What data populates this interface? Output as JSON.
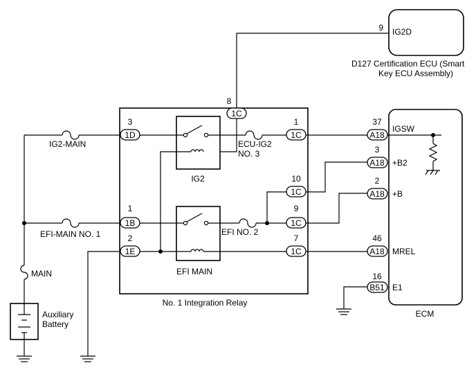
{
  "certification_ecu": {
    "terminal_pin": "9",
    "terminal_name": "IG2D",
    "caption_line1": "D127  Certification ECU (Smart",
    "caption_line2": "Key ECU Assembly)"
  },
  "integration_relay": {
    "caption": "No. 1 Integration Relay",
    "ig2_relay_label": "IG2",
    "efi_main_relay_label": "EFI MAIN",
    "ecu_ig2_fuse_line1": "ECU-IG2",
    "ecu_ig2_fuse_line2": "NO. 3",
    "efi_no2_fuse": "EFI NO. 2",
    "terminals": {
      "t8": {
        "pin": "8",
        "connector": "1C"
      },
      "t3": {
        "pin": "3",
        "connector": "1D"
      },
      "t1a": {
        "pin": "1",
        "connector": "1C"
      },
      "t10": {
        "pin": "10",
        "connector": "1C"
      },
      "t1b": {
        "pin": "1",
        "connector": "1B"
      },
      "t9": {
        "pin": "9",
        "connector": "1C"
      },
      "t2": {
        "pin": "2",
        "connector": "1E"
      },
      "t7": {
        "pin": "7",
        "connector": "1C"
      }
    }
  },
  "ecm": {
    "caption": "ECM",
    "terminals": {
      "igsw": {
        "pin": "37",
        "connector": "A18",
        "name": "IGSW"
      },
      "b2": {
        "pin": "3",
        "connector": "A18",
        "name": "+B2"
      },
      "b": {
        "pin": "2",
        "connector": "A18",
        "name": "+B"
      },
      "mrel": {
        "pin": "46",
        "connector": "A18",
        "name": "MREL"
      },
      "e1": {
        "pin": "16",
        "connector": "B51",
        "name": "E1"
      }
    }
  },
  "fuses": {
    "ig2_main": "IG2-MAIN",
    "efi_main_no1": "EFI-MAIN NO. 1",
    "main": "MAIN"
  },
  "battery": {
    "line1": "Auxiliary",
    "line2": "Battery"
  }
}
